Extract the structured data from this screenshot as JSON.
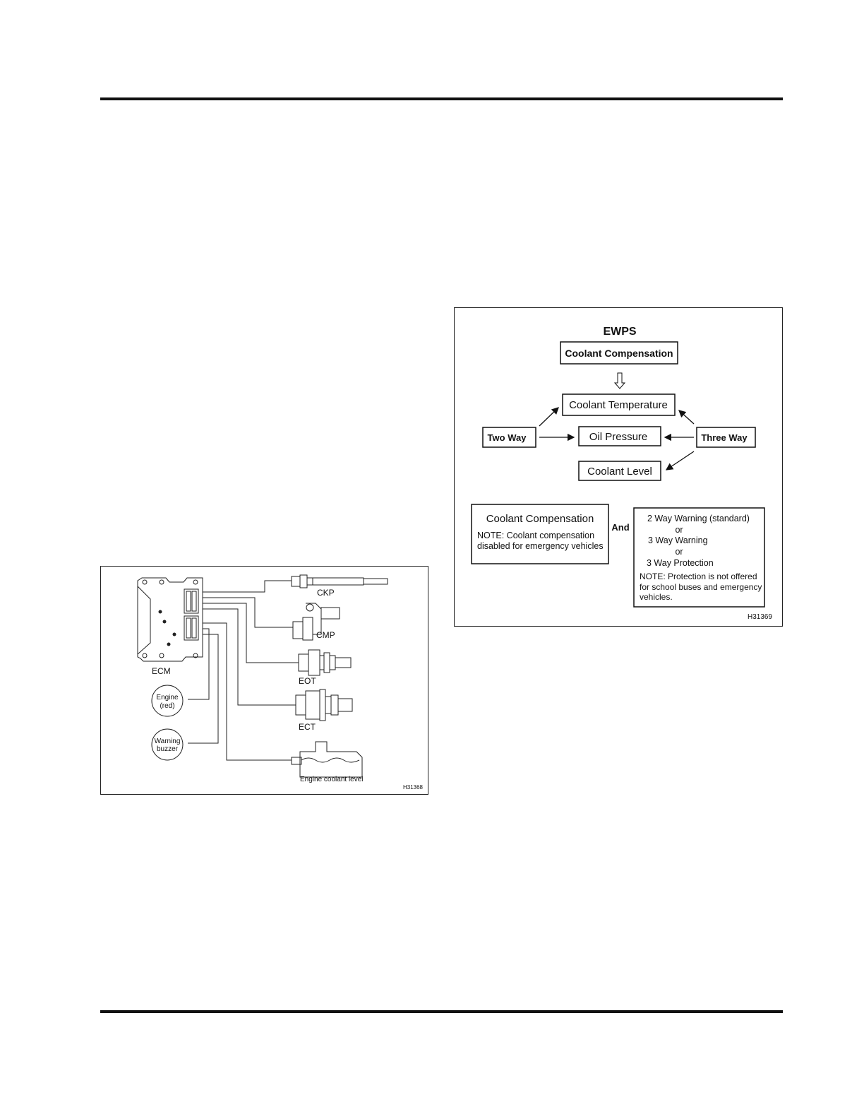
{
  "ecm_figure": {
    "labels": {
      "ecm": "ECM",
      "ckp": "CKP",
      "cmp": "CMP",
      "eot": "EOT",
      "ect": "ECT",
      "engine_lamp_line1": "Engine",
      "engine_lamp_line2": "(red)",
      "buzzer_line1": "Warning",
      "buzzer_line2": "buzzer",
      "coolant_level": "Engine coolant level"
    },
    "figure_id": "H31368"
  },
  "ewps_figure": {
    "title": "EWPS",
    "coolant_compensation_header": "Coolant Compensation",
    "coolant_temperature": "Coolant Temperature",
    "oil_pressure": "Oil Pressure",
    "coolant_level": "Coolant Level",
    "two_way": "Two Way",
    "three_way": "Three Way",
    "lower_left": {
      "title": "Coolant Compensation",
      "note_line1": "NOTE: Coolant compensation",
      "note_line2": "disabled for emergency vehicles"
    },
    "and_label": "And",
    "lower_right": {
      "line1": "2 Way Warning (standard)",
      "or1": "or",
      "line2": "3 Way Warning",
      "or2": "or",
      "line3": "3 Way Protection",
      "note_line1": "NOTE: Protection is not offered",
      "note_line2": "for school buses and emergency",
      "note_line3": "vehicles."
    },
    "figure_id": "H31369"
  }
}
